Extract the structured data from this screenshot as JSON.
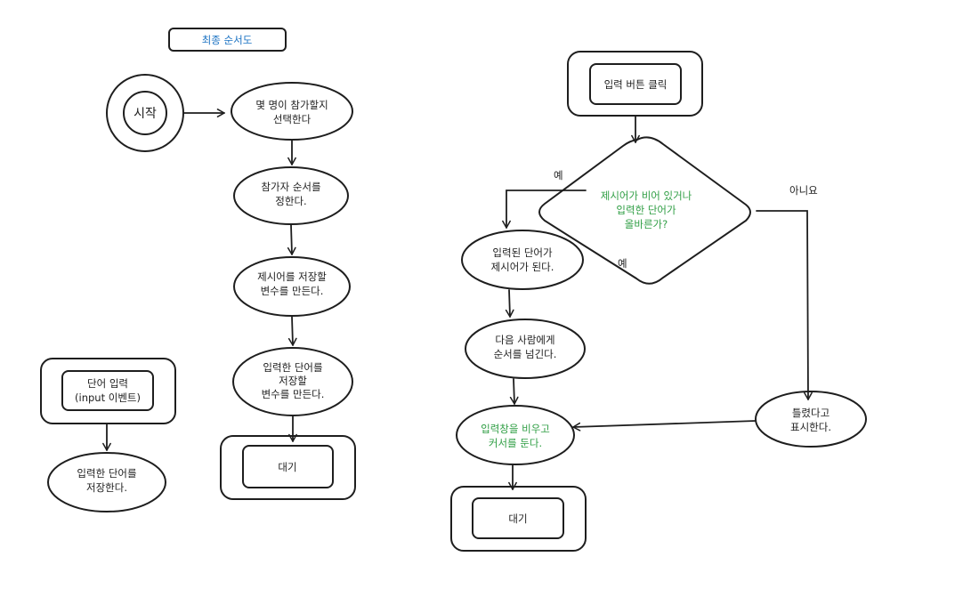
{
  "title": "최종 순서도",
  "left_flow": {
    "start": "시작",
    "step1": [
      "몇 명이 참가할지",
      "선택한다"
    ],
    "step2": [
      "참가자 순서를",
      "정한다."
    ],
    "step3": [
      "제시어를 저장할",
      "변수를 만든다."
    ],
    "step4": [
      "입력한 단어를",
      "저장할",
      "변수를 만든다."
    ],
    "wait": "대기"
  },
  "word_input": {
    "event": [
      "단어 입력",
      "(input 이벤트)"
    ],
    "save": [
      "입력한 단어를",
      "저장한다."
    ]
  },
  "right_flow": {
    "click": "입력 버튼 클릭",
    "decision": [
      "제시어가 비어 있거나",
      "입력한 단어가",
      "올바른가?"
    ],
    "yes_label_top": "예",
    "yes_label_bottom": "예",
    "no_label": "아니요",
    "yes_step1": [
      "입력된 단어가",
      "제시어가 된다."
    ],
    "yes_step2": [
      "다음 사람에게",
      "순서를 넘긴다."
    ],
    "clear": [
      "입력창을 비우고",
      "커서를 둔다."
    ],
    "wrong": [
      "틀렸다고",
      "표시한다."
    ],
    "wait": "대기"
  },
  "colors": {
    "stroke": "#1e1e1e",
    "green_text": "#2f9e44",
    "blue_text": "#1971c2"
  }
}
